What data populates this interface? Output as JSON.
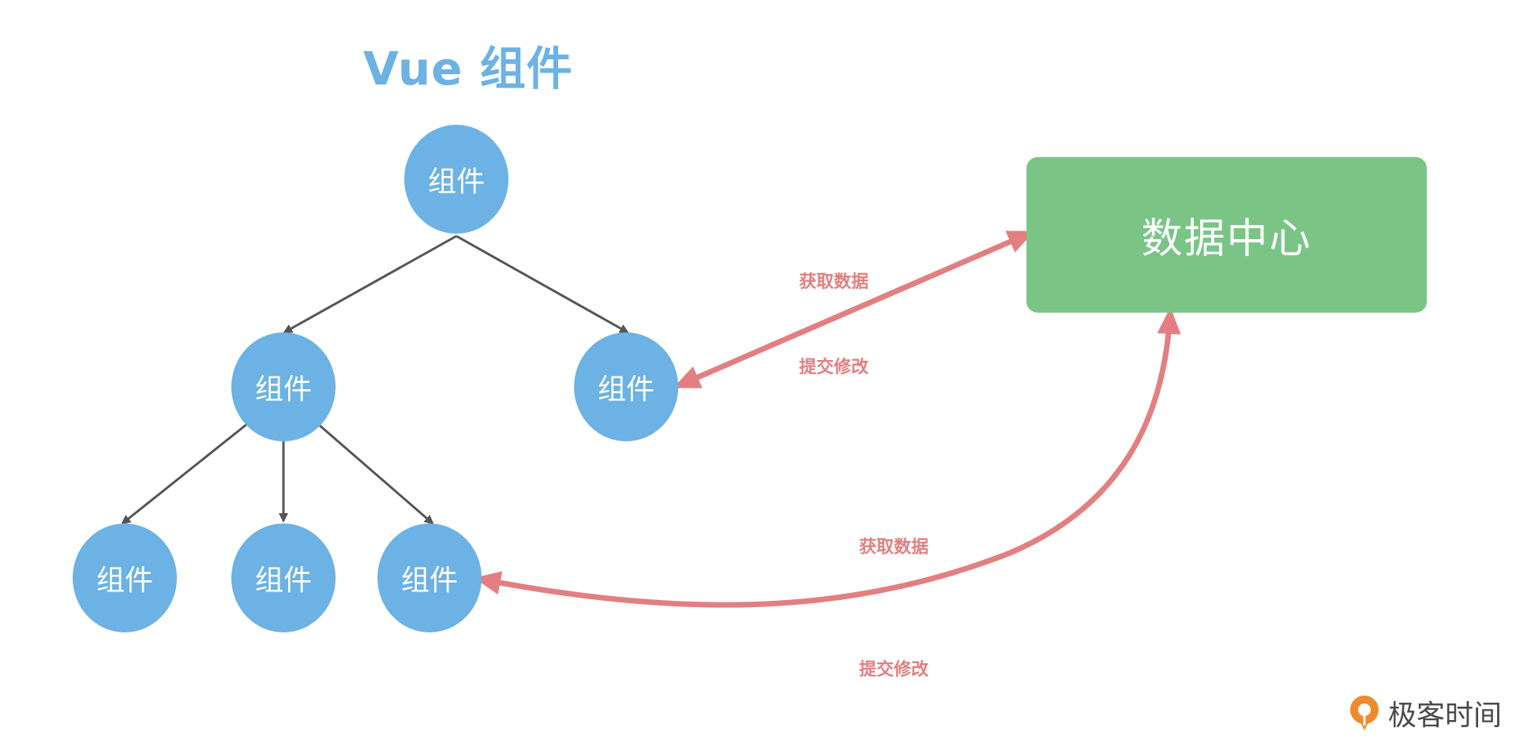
{
  "title": "Vue 组件",
  "nodes": {
    "root": "组件",
    "mid_left": "组件",
    "mid_right": "组件",
    "leaf_1": "组件",
    "leaf_2": "组件",
    "leaf_3": "组件"
  },
  "store": {
    "label": "数据中心"
  },
  "upper_arrow": {
    "get_label": "获取数据",
    "commit_label": "提交修改"
  },
  "lower_arrow": {
    "get_label": "获取数据",
    "commit_label": "提交修改"
  },
  "brand": {
    "name": "极客时间"
  },
  "colors": {
    "component": "#6cb2e4",
    "store": "#7ac586",
    "data_flow": "#e37f80",
    "tree_edge": "#555555"
  }
}
